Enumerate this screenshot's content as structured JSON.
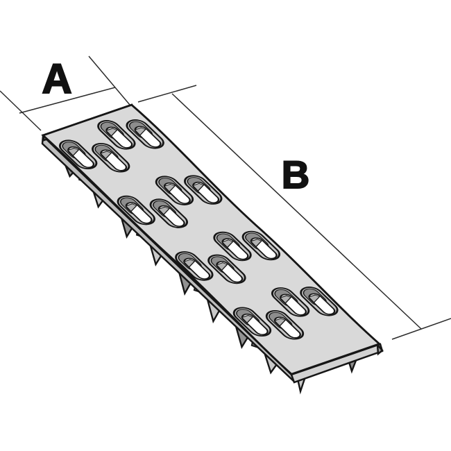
{
  "figure": {
    "kind": "technical-line-drawing",
    "subject": "perforated metal fixing plate with punched-down teeth, isometric view",
    "dimension_labels": {
      "width": "A",
      "length": "B"
    }
  },
  "colors": {
    "background": "#ffffff",
    "plate_top": "#d9d9d9",
    "slot_collar": "#c6c6c6",
    "slot_collar_shadow": "#8d8d8d",
    "slot_hole": "#ffffff",
    "prong_through_hole": "#b2b2b2",
    "plate_side": "#bdbdbd",
    "plate_end": "#d2d2d2",
    "tooth_dark": "#929292",
    "tooth_light": "#c9c9c9",
    "under_edge_shadow": "#757575",
    "outline": "#161616",
    "dimension_line": "#2b2b2b",
    "label_text": "#111111"
  }
}
